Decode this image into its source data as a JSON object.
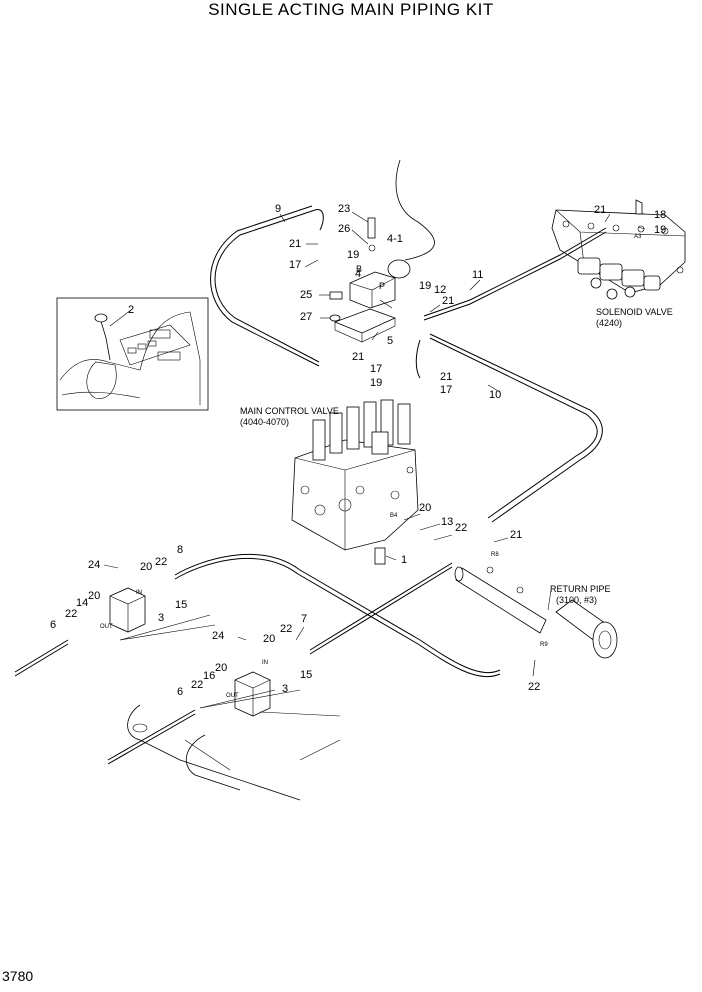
{
  "title": "SINGLE  ACTING MAIN PIPING KIT",
  "page_number": "3780",
  "callouts": {
    "main_control_valve": [
      "MAIN CONTROL VALVE",
      "(4040-4070)"
    ],
    "solenoid_valve": [
      "SOLENOID VALVE",
      "(4240)"
    ],
    "return_pipe": [
      "RETURN PIPE",
      "(3100, #3)"
    ]
  },
  "port_marks": {
    "b": "B",
    "p": "P",
    "a3": "A3",
    "b4": "B4",
    "r8": "R8",
    "r9": "R9",
    "in_left": "IN",
    "out_left": "OUT",
    "in_right": "IN",
    "out_right": "OUT"
  },
  "part_numbers": {
    "p9": "9",
    "p23": "23",
    "p26": "26",
    "p41": "4-1",
    "p21a": "21",
    "p19a": "19",
    "p17a": "17",
    "p4": "4",
    "p25": "25",
    "p27": "27",
    "p5": "5",
    "p21b": "21",
    "p17b": "17",
    "p19b": "19",
    "p19c": "19",
    "p12": "12",
    "p21c": "21",
    "p11": "11",
    "p21d": "21",
    "p17c": "17",
    "p10": "10",
    "p21e": "21",
    "p18": "18",
    "p19d": "19",
    "p2": "2",
    "p20a": "20",
    "p13": "13",
    "p22a": "22",
    "p21f": "21",
    "p1": "1",
    "p24a": "24",
    "p20b": "20",
    "p22b": "22",
    "p8": "8",
    "p15a": "15",
    "p22c": "22",
    "p14": "14",
    "p20c": "20",
    "p3a": "3",
    "p6a": "6",
    "p24b": "24",
    "p20d": "20",
    "p22d": "22",
    "p7": "7",
    "p15b": "15",
    "p20e": "20",
    "p16": "16",
    "p22e": "22",
    "p6b": "6",
    "p3b": "3",
    "p22f": "22"
  }
}
